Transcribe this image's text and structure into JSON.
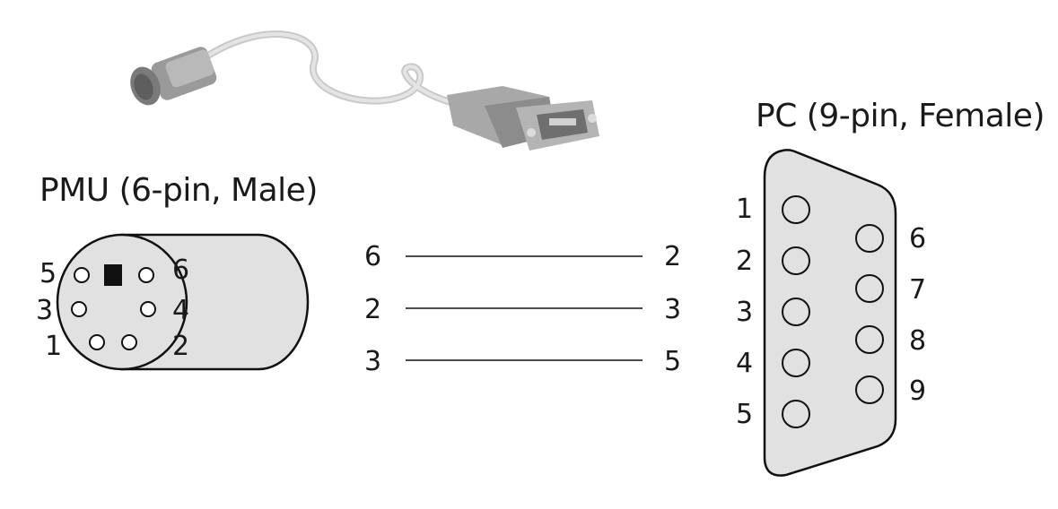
{
  "pmu": {
    "title": "PMU (6-pin, Male)",
    "pins": {
      "p5": "5",
      "p6": "6",
      "p3": "3",
      "p4": "4",
      "p1": "1",
      "p2": "2"
    }
  },
  "pc": {
    "title": "PC (9-pin, Female)",
    "pins": {
      "p1": "1",
      "p2": "2",
      "p3": "3",
      "p4": "4",
      "p5": "5",
      "p6": "6",
      "p7": "7",
      "p8": "8",
      "p9": "9"
    }
  },
  "wiring": [
    {
      "from": "6",
      "to": "2"
    },
    {
      "from": "2",
      "to": "3"
    },
    {
      "from": "3",
      "to": "5"
    }
  ],
  "colors": {
    "connector_fill": "#e1e1e1",
    "outline": "#111111"
  }
}
